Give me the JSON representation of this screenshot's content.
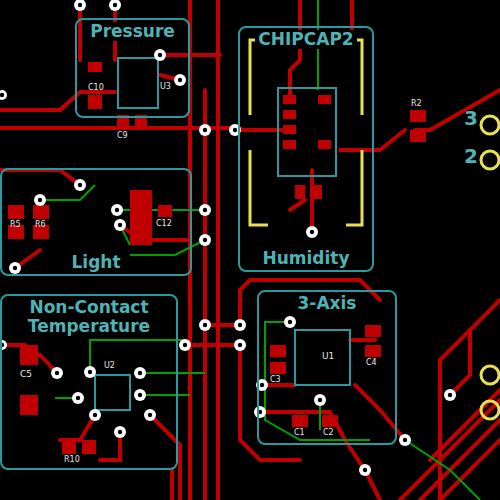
{
  "diagram": {
    "nodes": [
      {
        "text": [
          "Pressure"
        ]
      },
      {
        "text": [
          "CHIPCAP2",
          "Humidity"
        ]
      },
      {
        "text": [
          "Light"
        ]
      },
      {
        "text": [
          "Non-Contact Temperature"
        ]
      },
      {
        "text": [
          "3-Axis"
        ]
      }
    ],
    "labels": [
      "U3",
      "C10",
      "C9",
      "R5",
      "R6",
      "C12",
      "U2",
      "C5",
      "R10",
      "U1",
      "C4",
      "C3",
      "C1",
      "C2",
      "R2",
      "3",
      "2"
    ]
  }
}
